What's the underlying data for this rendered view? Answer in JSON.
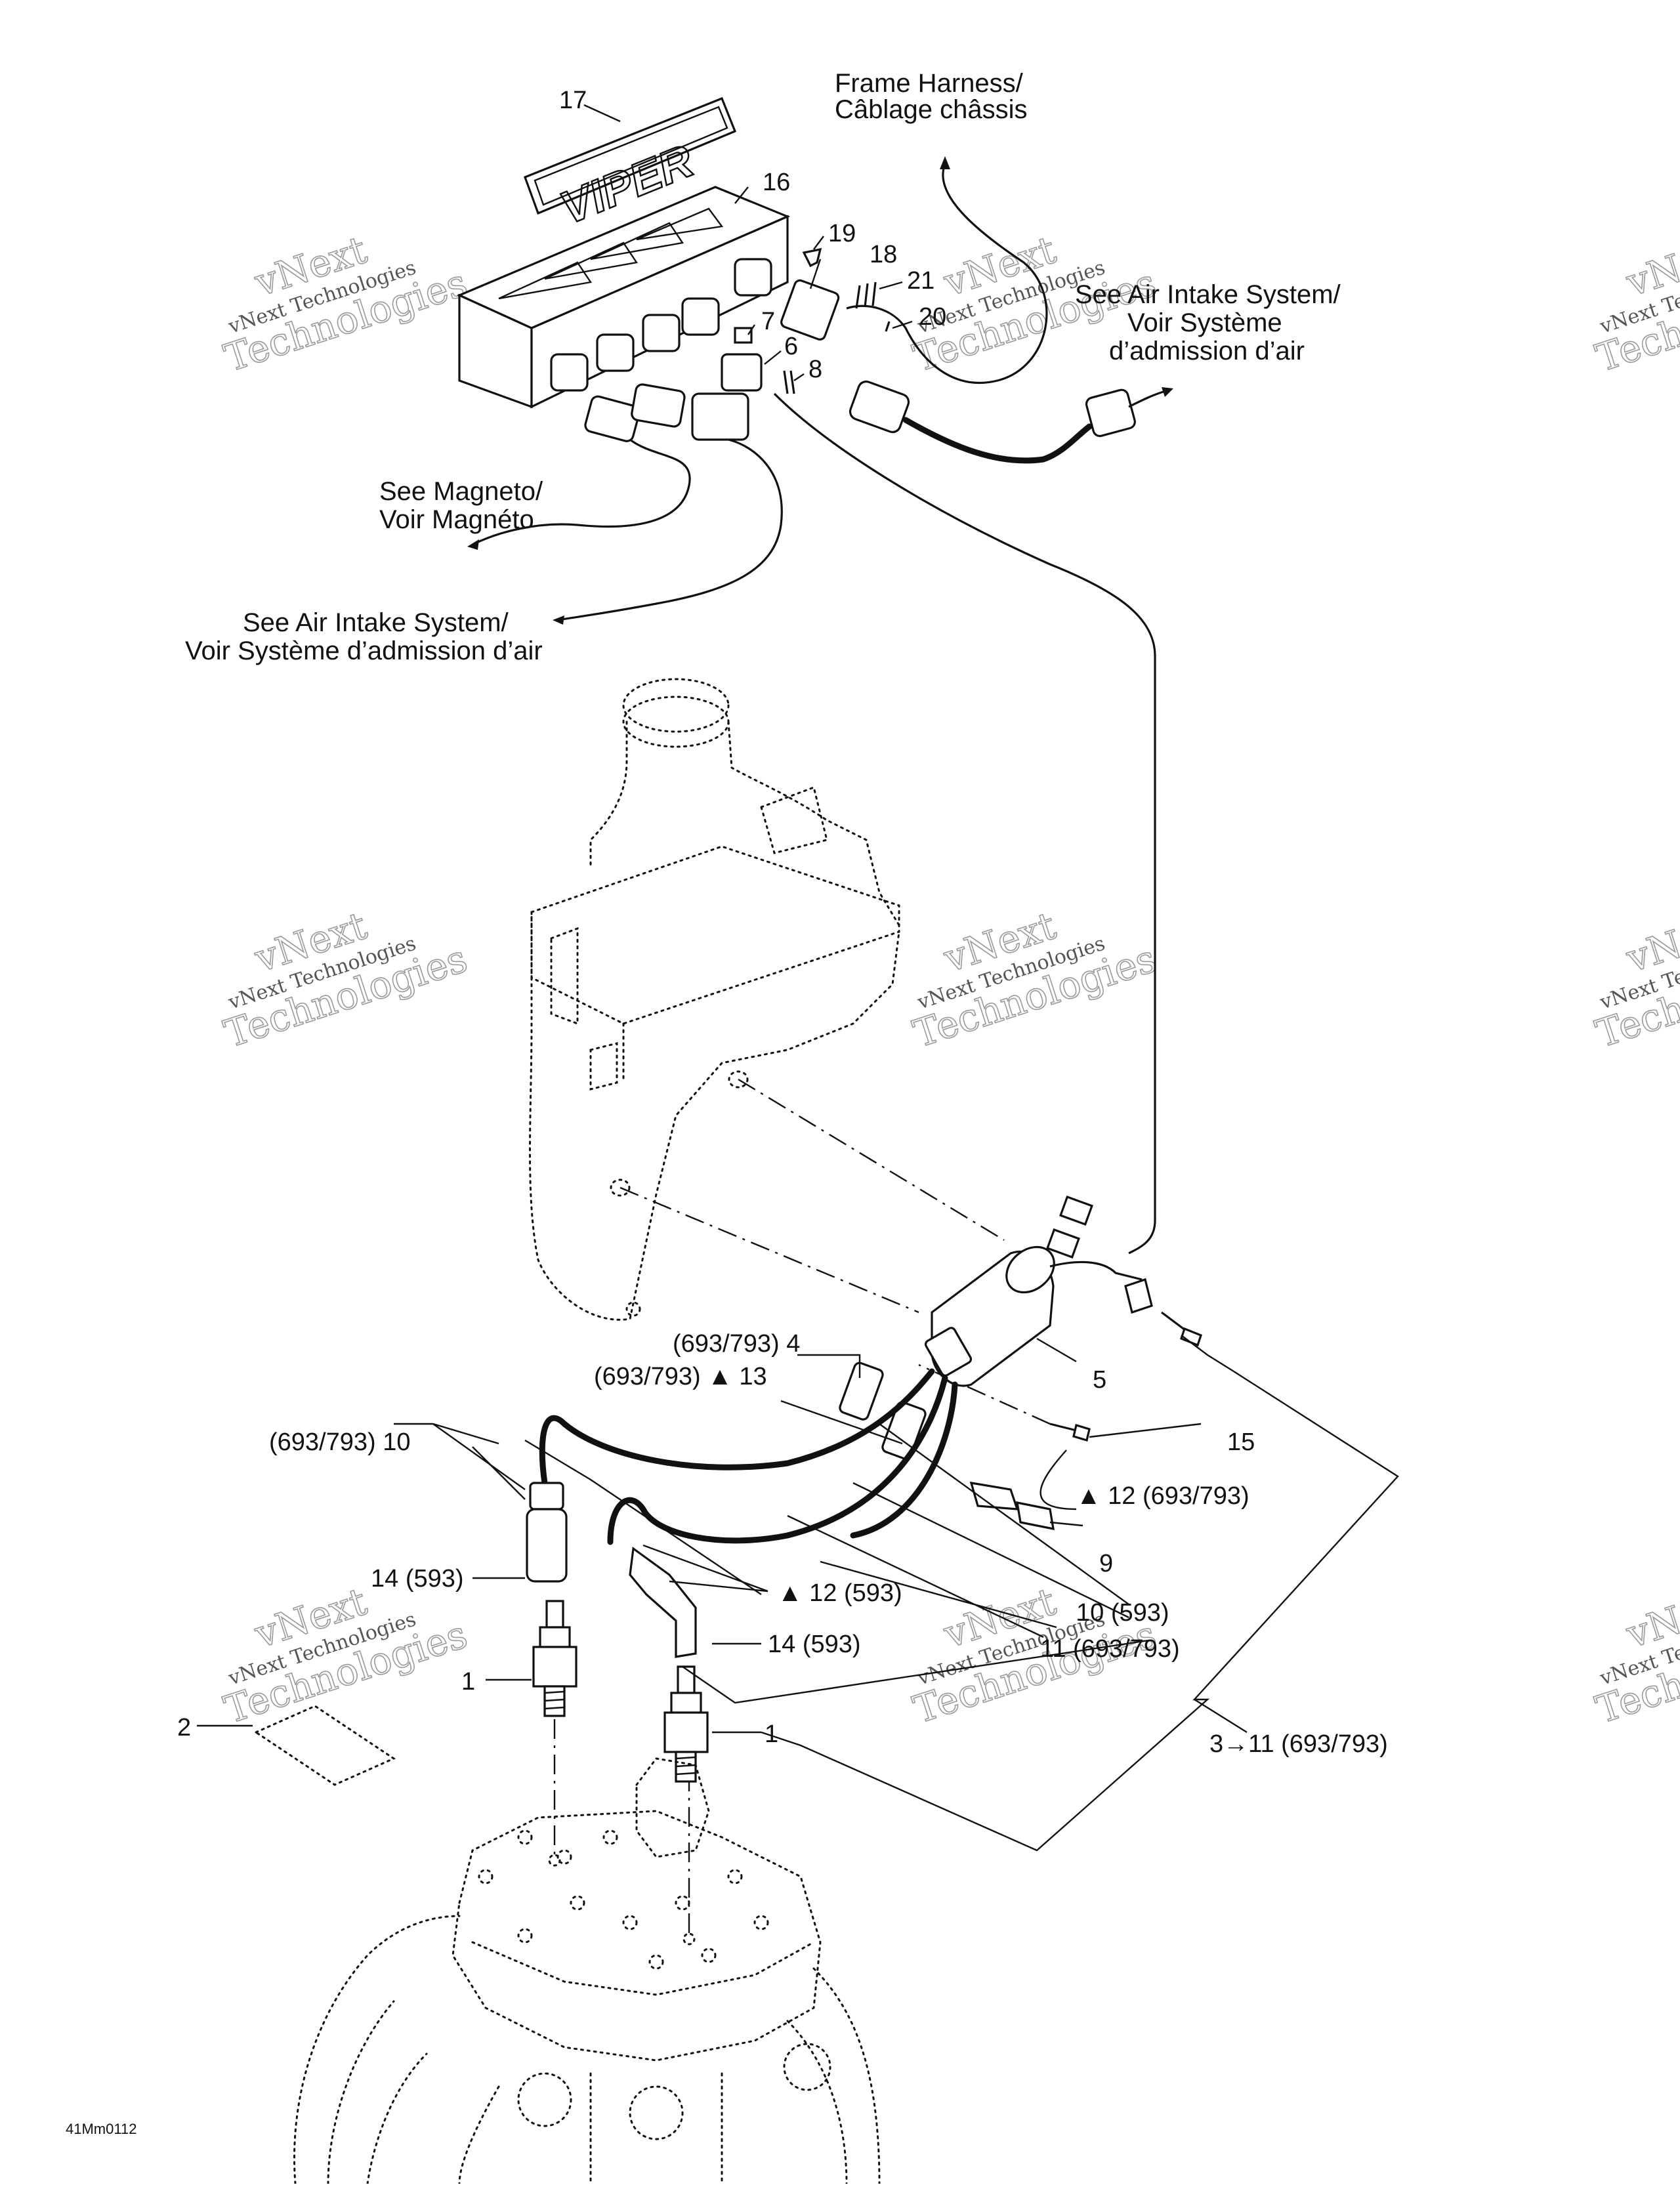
{
  "labels": {
    "frame_harness_en": "Frame Harness/",
    "frame_harness_fr": "Câblage châssis",
    "air_intake_top_1": "See Air Intake System/",
    "air_intake_top_2": "Voir Système",
    "air_intake_top_3": "d’admission d’air",
    "magneto_1": "See Magneto/",
    "magneto_2": "Voir Magnéto",
    "air_intake_left_1": "See Air Intake System/",
    "air_intake_left_2": "Voir Système d’admission d’air",
    "part_17": "17",
    "part_16": "16",
    "part_19": "19",
    "part_18": "18",
    "part_21": "21",
    "part_20": "20",
    "part_7": "7",
    "part_6": "6",
    "part_8": "8",
    "part_4": "(693/793) 4",
    "part_13": "(693/793) ▲ 13",
    "part_5": "5",
    "part_15": "15",
    "part_10_top": "(693/793) 10",
    "part_12_right": "▲ 12 (693/793)",
    "part_9": "9",
    "part_14_left": "14 (593)",
    "part_12_mid": "▲ 12 (593)",
    "part_10_593": "10 (593)",
    "part_14_mid": "14 (593)",
    "part_11": "11 (693/793)",
    "part_1_left": "1",
    "part_1_right": "1",
    "part_2": "2",
    "part_range": "3→11 (693/793)",
    "ref_code": "41Mm0112"
  },
  "logo": {
    "module_text": "VIPER"
  },
  "watermark": {
    "line1": "vNext",
    "line2": "vNext Technologies",
    "line3": "Technologies"
  }
}
